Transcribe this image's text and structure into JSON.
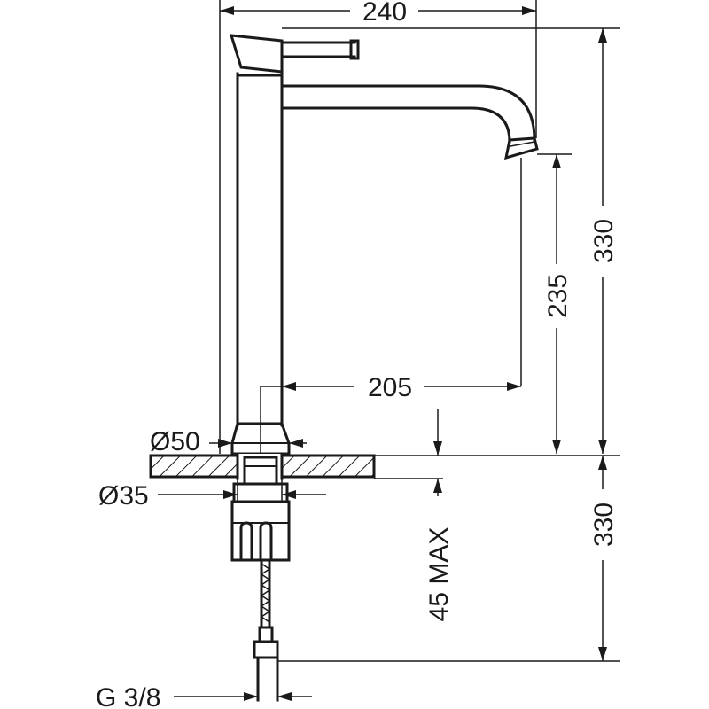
{
  "dimensions": {
    "spout_reach_total": "240",
    "total_height": "330",
    "spout_clearance": "235",
    "spout_reach": "205",
    "base_diameter": "Ø50",
    "hole_diameter": "Ø35",
    "max_deck_thickness": "45 MAX",
    "hose_length": "330",
    "connection_thread": "G 3/8"
  }
}
